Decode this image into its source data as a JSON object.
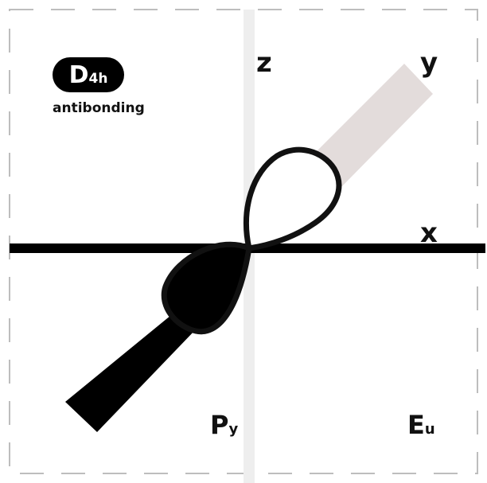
{
  "symmetry": {
    "group_main": "D",
    "group_sub": "4h",
    "type_label": "antibonding"
  },
  "axes": {
    "z_label": "z",
    "y_label": "y",
    "x_label": "x"
  },
  "orbital": {
    "name_main": "P",
    "name_sub": "y"
  },
  "irrep": {
    "name_main": "E",
    "name_sub": "u"
  },
  "colors": {
    "frame_dash": "#bdbdbd",
    "z_axis": "#eeeeee",
    "x_axis": "#000000",
    "y_axis_positive": "#e3dcdb",
    "y_axis_negative": "#000000",
    "lobe_outline": "#111111",
    "lobe_filled": "#000000",
    "lobe_open": "#ffffff",
    "text": "#111111"
  }
}
